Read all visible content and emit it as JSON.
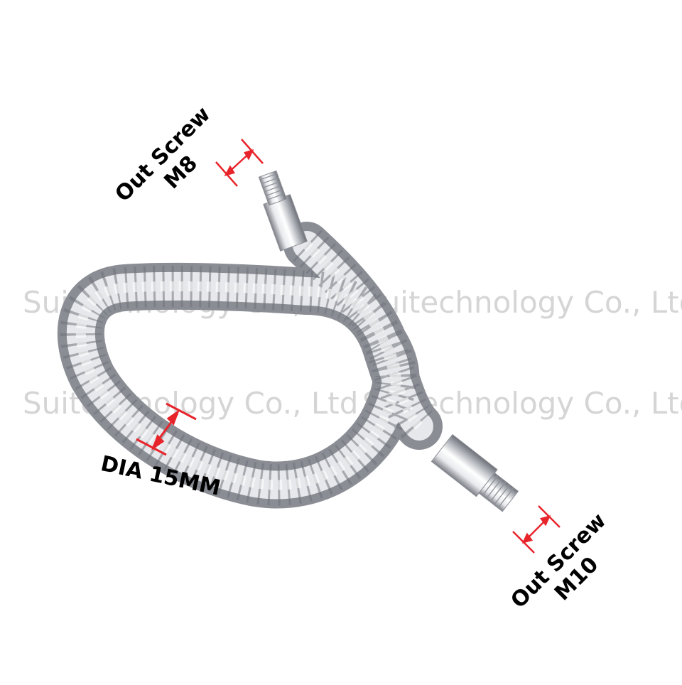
{
  "watermark": {
    "text": "Suitechnology Co., Ltd"
  },
  "labels": {
    "top_line1": "Out Screw",
    "top_line2": "M8",
    "bottom_line1": "Out Screw",
    "bottom_line2": "M10",
    "diameter": "DIA 15MM"
  },
  "colors": {
    "background": "#ffffff",
    "dimension_marker": "#e8242b",
    "metal_light": "#f4f4f6",
    "metal_mid": "#b9bcc2",
    "metal_dark": "#6d7078",
    "label_text": "#000000",
    "watermark": "#c8c8c8"
  }
}
